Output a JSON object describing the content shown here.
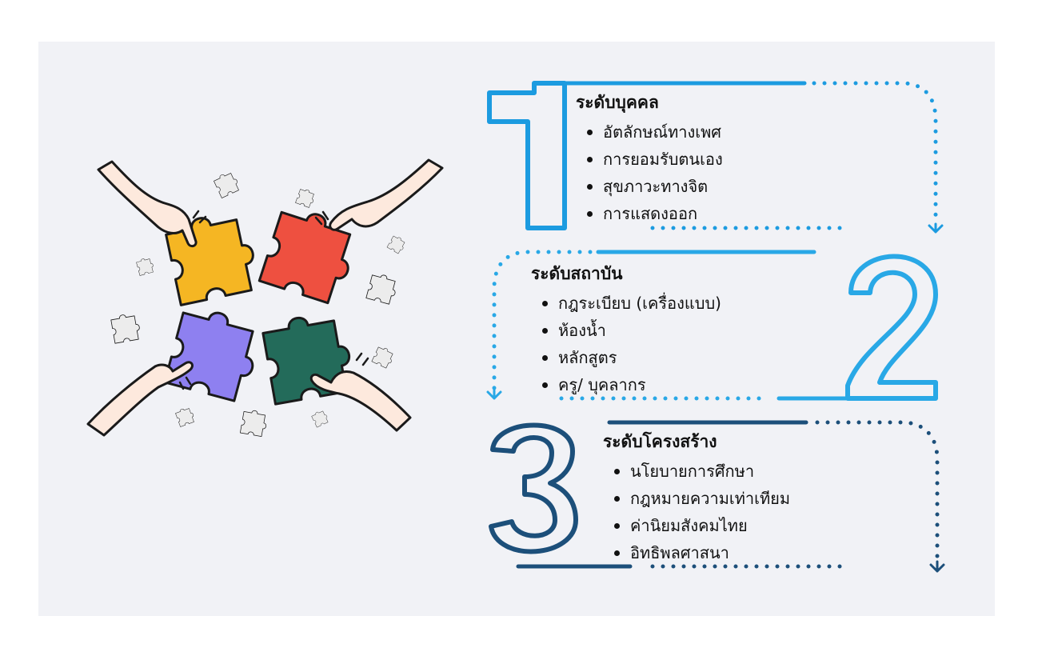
{
  "colors": {
    "level1": "#1c9be0",
    "level2": "#29a8e6",
    "level3": "#1c4f7a",
    "yellow": "#f5b623",
    "red": "#ee5040",
    "purple": "#8e80f0",
    "green": "#236b5a",
    "gray_piece": "#ececec",
    "skin": "#fde9dd",
    "outline": "#1a1a1a"
  },
  "levels": [
    {
      "number": "1",
      "title": "ระดับบุคคล",
      "items": [
        "อัตลักษณ์ทางเพศ",
        "การยอมรับตนเอง",
        "สุขภาวะทางจิต",
        "การแสดงออก"
      ]
    },
    {
      "number": "2",
      "title": "ระดับสถาบัน",
      "items": [
        "กฎระเบียบ (เครื่องแบบ)",
        "ห้องน้ำ",
        "หลักสูตร",
        "ครู/ บุคลากร"
      ]
    },
    {
      "number": "3",
      "title": "ระดับโครงสร้าง",
      "items": [
        "นโยบายการศึกษา",
        "กฎหมายความเท่าเทียม",
        "ค่านิยมสังคมไทย",
        "อิทธิพลศาสนา"
      ]
    }
  ]
}
